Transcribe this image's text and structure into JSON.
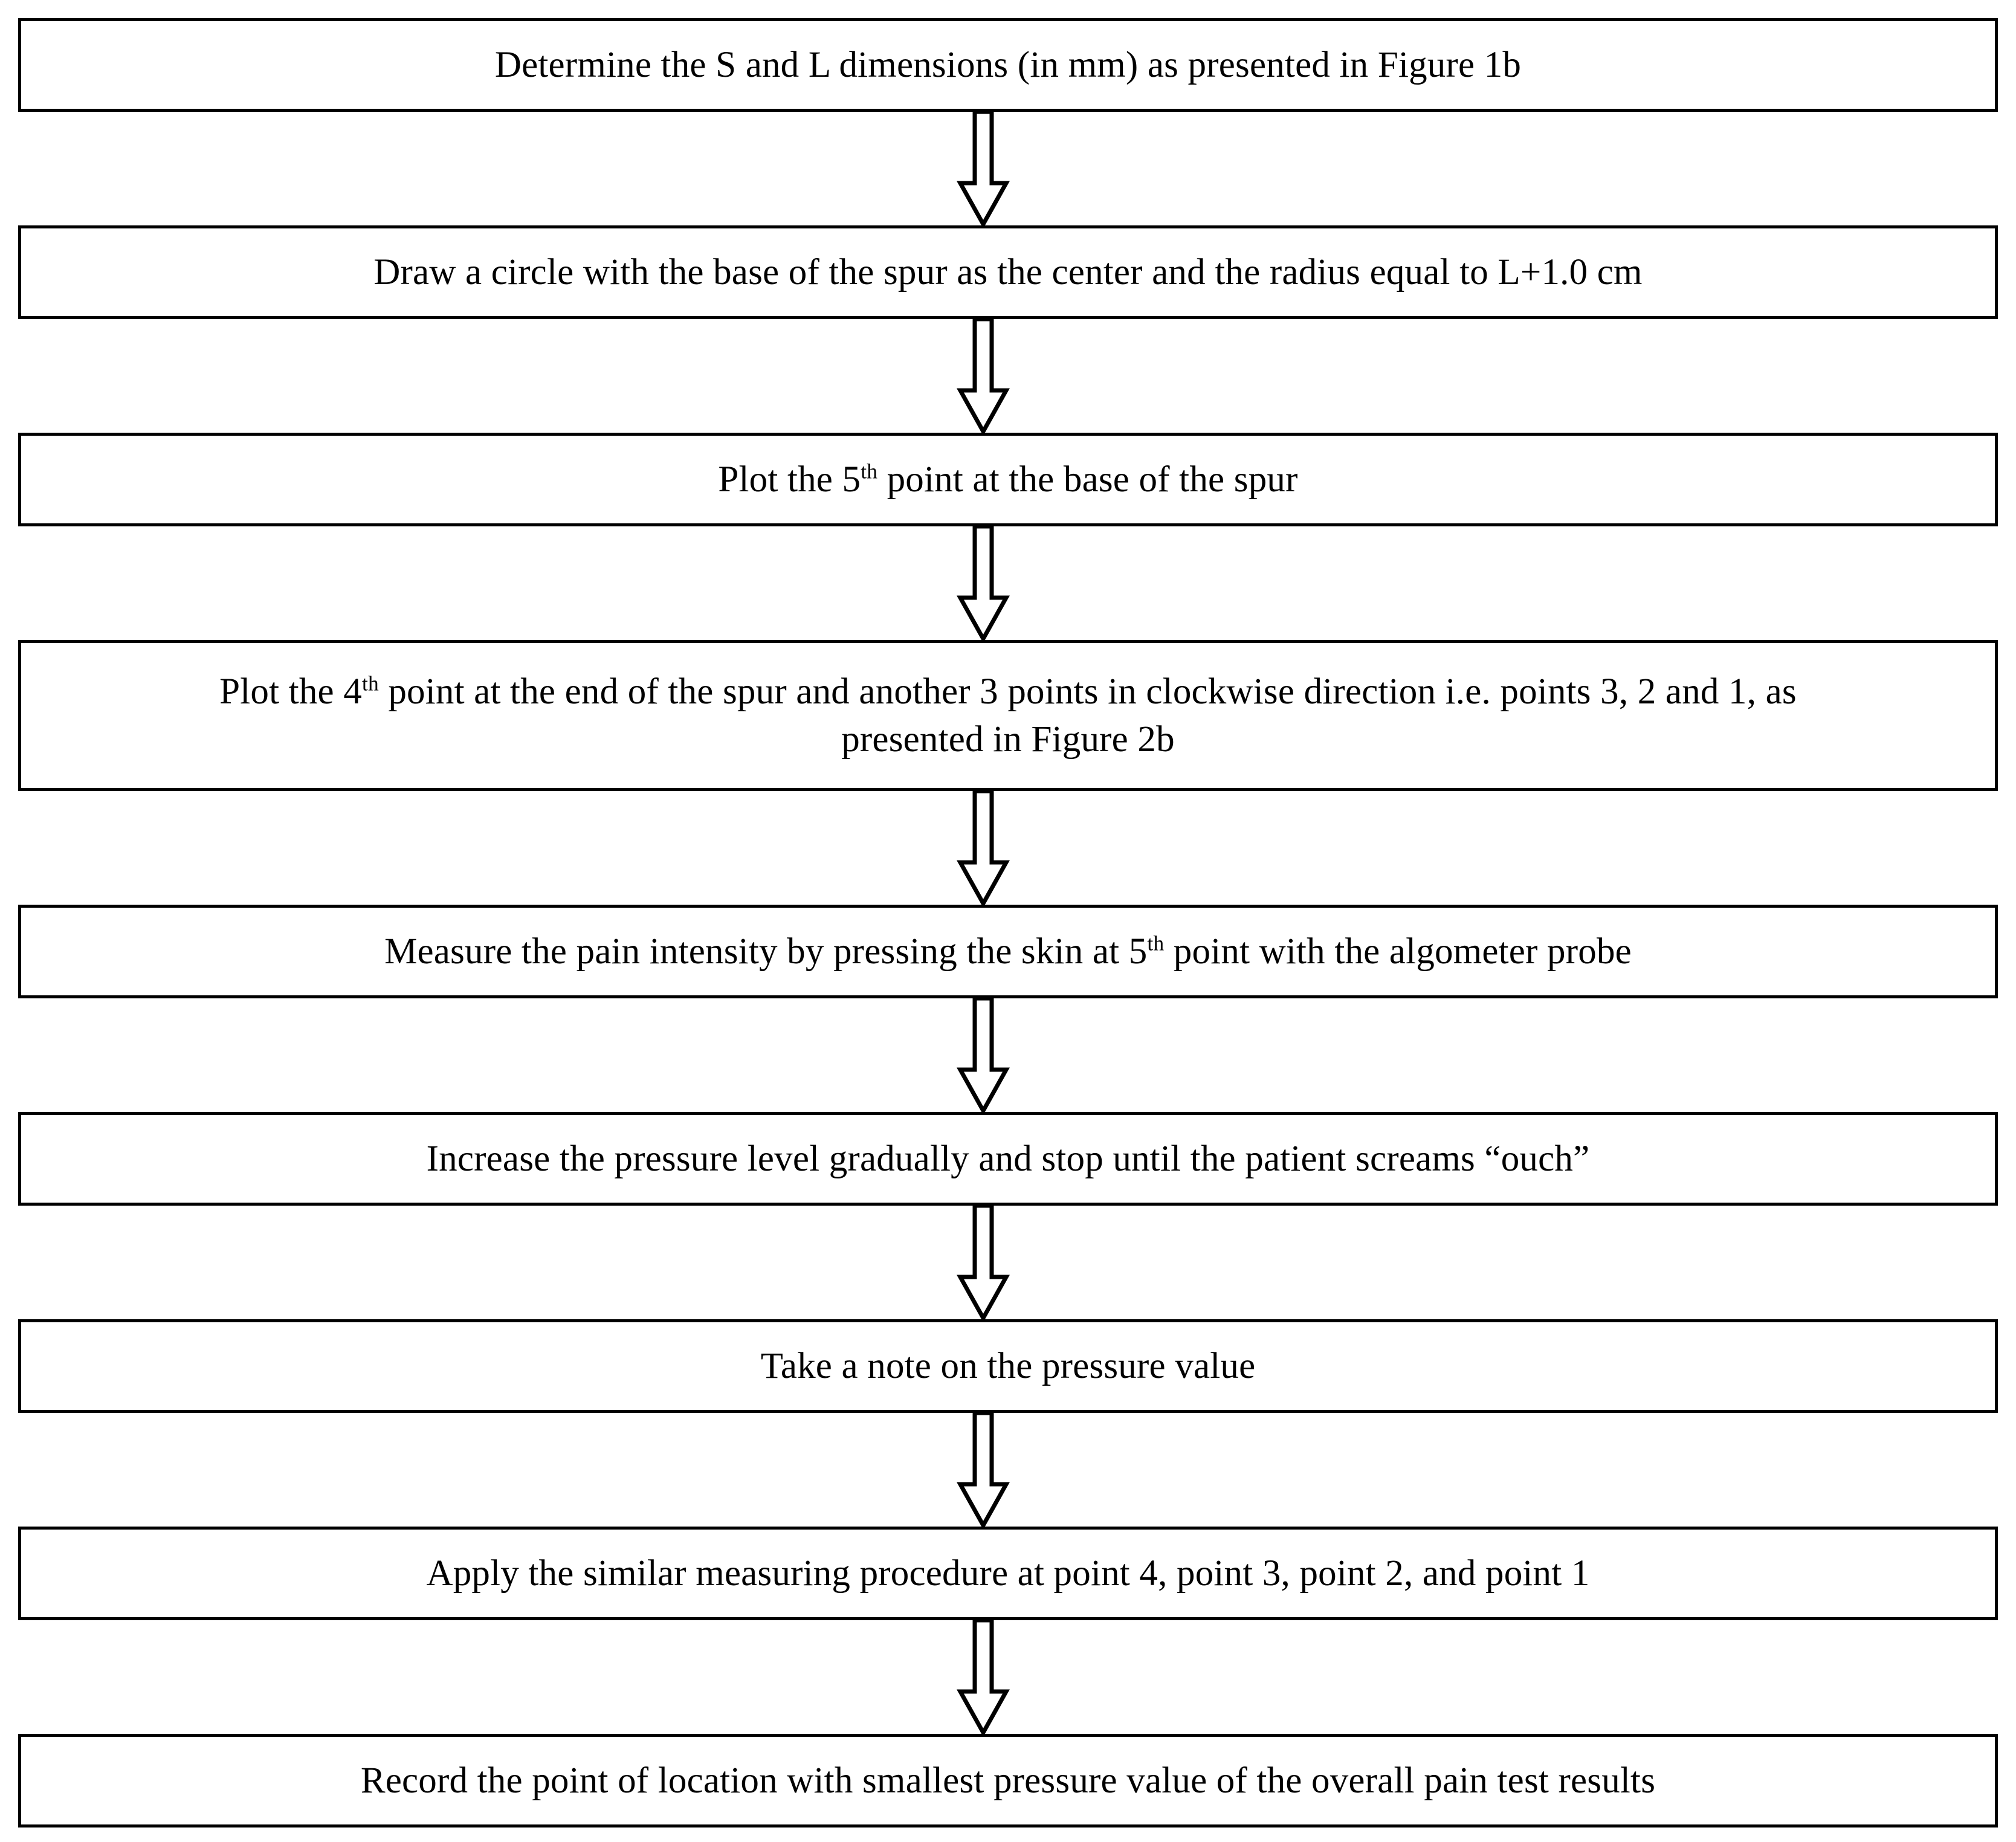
{
  "diagram": {
    "title": "Pain test measurement procedure flowchart",
    "type": "flowchart",
    "orientation": "top-to-bottom",
    "connector_style": "hollow-block-arrow-down",
    "box_border_color": "#000000",
    "box_fill_color": "#ffffff",
    "text_color": "#000000",
    "steps": [
      {
        "id": "step-1",
        "name": "determine-dimensions",
        "lines": [
          {
            "segments": [
              {
                "text": "Determine the S and L dimensions (in mm) as presented in Figure 1b"
              }
            ]
          }
        ]
      },
      {
        "id": "step-2",
        "name": "draw-circle",
        "lines": [
          {
            "segments": [
              {
                "text": "Draw a circle with the base of the spur as the center and the radius equal to L+1.0 cm"
              }
            ]
          }
        ]
      },
      {
        "id": "step-3",
        "name": "plot-fifth-point",
        "lines": [
          {
            "segments": [
              {
                "text": "Plot the 5"
              },
              {
                "text": "th",
                "sup": true
              },
              {
                "text": " point at the base of the spur"
              }
            ]
          }
        ]
      },
      {
        "id": "step-4",
        "name": "plot-remaining-points",
        "lines": [
          {
            "segments": [
              {
                "text": "Plot the 4"
              },
              {
                "text": "th",
                "sup": true
              },
              {
                "text": " point at the end of the spur and another 3 points in clockwise direction i.e. points 3, 2 and 1, as"
              }
            ]
          },
          {
            "segments": [
              {
                "text": "presented in Figure 2b"
              }
            ]
          }
        ]
      },
      {
        "id": "step-5",
        "name": "measure-pain-intensity",
        "lines": [
          {
            "segments": [
              {
                "text": "Measure the pain intensity by pressing the skin at 5"
              },
              {
                "text": "th",
                "sup": true
              },
              {
                "text": " point with the algometer probe"
              }
            ]
          }
        ]
      },
      {
        "id": "step-6",
        "name": "increase-pressure",
        "lines": [
          {
            "segments": [
              {
                "text": "Increase the pressure level gradually and stop until the patient screams “ouch”"
              }
            ]
          }
        ]
      },
      {
        "id": "step-7",
        "name": "note-pressure-value",
        "lines": [
          {
            "segments": [
              {
                "text": "Take a note on the pressure value"
              }
            ]
          }
        ]
      },
      {
        "id": "step-8",
        "name": "repeat-for-other-points",
        "lines": [
          {
            "segments": [
              {
                "text": "Apply the similar measuring procedure at point 4, point 3, point 2, and point 1"
              }
            ]
          }
        ]
      },
      {
        "id": "step-9",
        "name": "record-smallest-pressure",
        "lines": [
          {
            "segments": [
              {
                "text": "Record the point of location with smallest pressure value of the overall pain test results"
              }
            ]
          }
        ]
      }
    ]
  }
}
